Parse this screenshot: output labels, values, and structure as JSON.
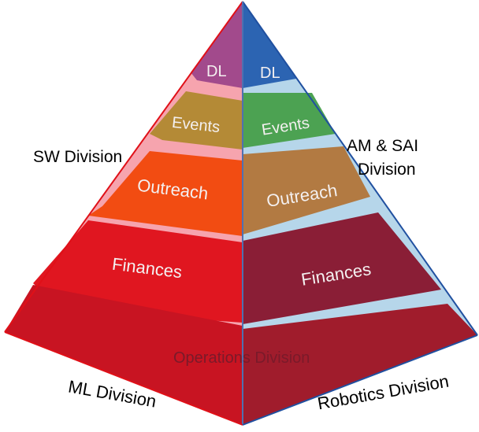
{
  "divisions": {
    "sw": "SW Division",
    "am_sai_line1": "AM & SAI",
    "am_sai_line2": "Division",
    "ml": "ML Division",
    "robotics": "Robotics Division",
    "operations": "Operations Division"
  },
  "left_face": {
    "tiers": [
      "DL",
      "Events",
      "Outreach",
      "Finances"
    ]
  },
  "right_face": {
    "tiers": [
      "DL",
      "Events",
      "Outreach",
      "Finances"
    ]
  },
  "colors": {
    "left_dl": "#a04a8a",
    "left_events": "#b88a38",
    "left_outreach": "#f05014",
    "left_finances": "#e0141c",
    "left_base": "#c8101a",
    "left_gap": "#f8a8b0",
    "right_dl": "#2a62b0",
    "right_events": "#4aa04e",
    "right_outreach": "#b07a44",
    "right_finances": "#8a1e34",
    "right_base": "#a01a2a",
    "right_gap": "#b8d8ea",
    "edge_left": "#e01018",
    "edge_right": "#2050a0"
  }
}
